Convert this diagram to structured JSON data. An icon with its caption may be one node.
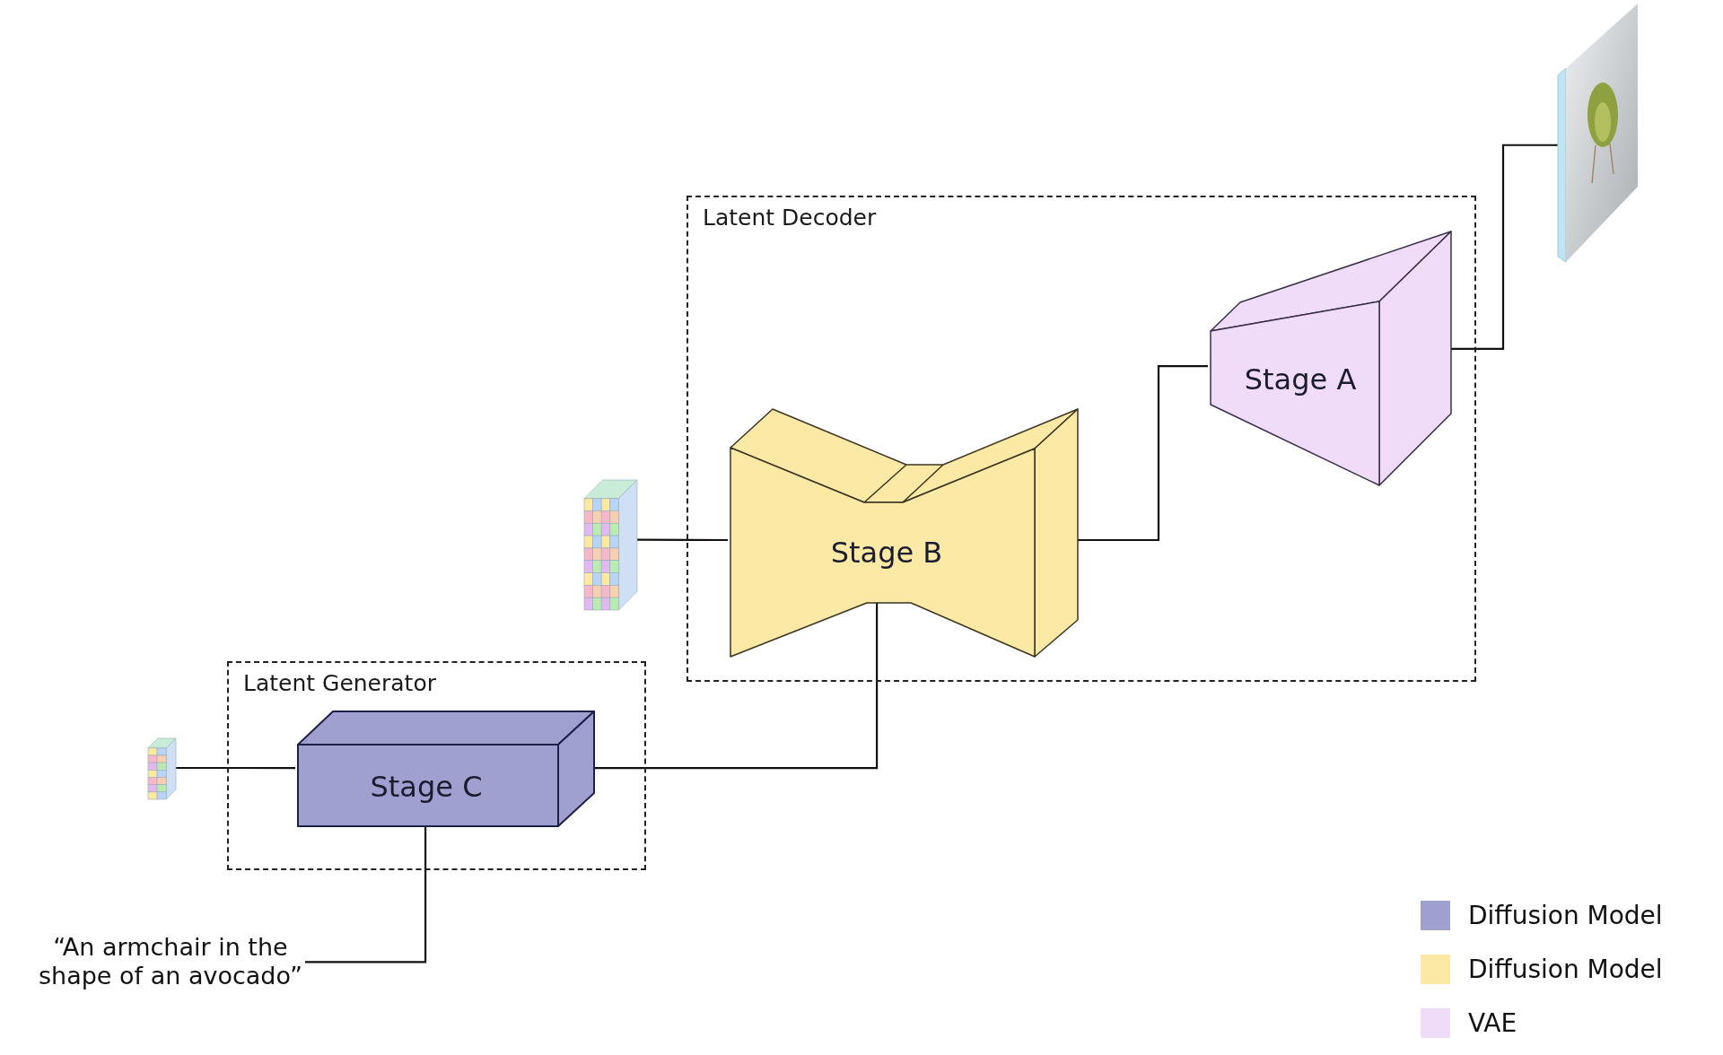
{
  "diagram": {
    "nodes": [
      {
        "text": [
          "Latent Decoder"
        ]
      },
      {
        "text": [
          "Stage B"
        ],
        "in": 0
      },
      {
        "text": [
          "Stage A"
        ],
        "in": 0
      },
      {
        "text": [
          "Latent Generator"
        ]
      },
      {
        "text": [
          "Stage C"
        ],
        "in": 3
      },
      {
        "text": [],
        "shape": "picture"
      },
      {
        "text": [],
        "shape": "picture"
      },
      {
        "text": [],
        "shape": "picture"
      },
      {
        "text": [
          "“An armchair in the shape of an avocado”"
        ]
      }
    ],
    "edges": [
      {
        "from": 5,
        "to": 4,
        "arrow": "none"
      },
      {
        "from": 8,
        "to": 4,
        "arrow": "none"
      },
      {
        "from": 4,
        "to": 1,
        "arrow": "none"
      },
      {
        "from": 6,
        "to": 1,
        "arrow": "none"
      },
      {
        "from": 1,
        "to": 2,
        "arrow": "none"
      },
      {
        "from": 2,
        "to": 7,
        "arrow": "none"
      }
    ],
    "legend": [
      {
        "text": "Diffusion Model",
        "color": "#9fa0d0"
      },
      {
        "text": "Diffusion Model",
        "color": "#fde9a6"
      },
      {
        "text": "VAE",
        "color": "#f0dcf8"
      }
    ]
  }
}
